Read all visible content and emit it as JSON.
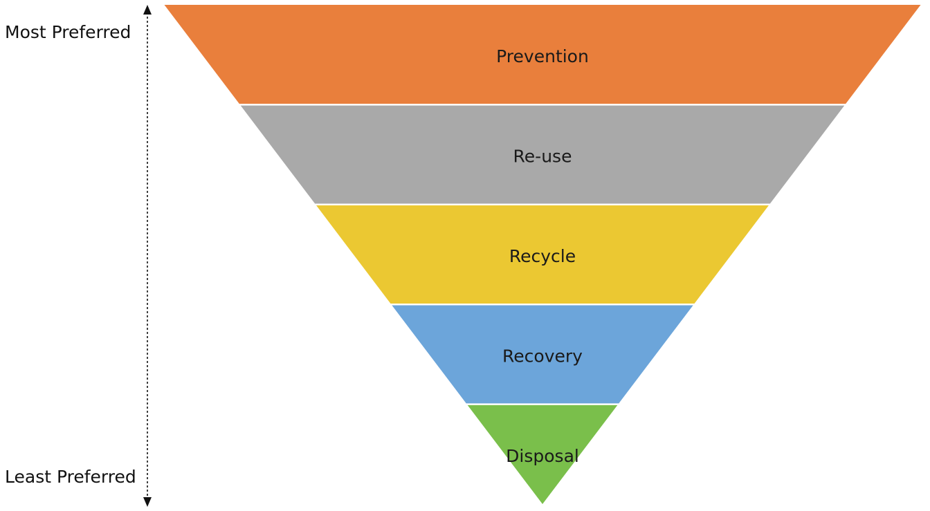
{
  "axis": {
    "top_label": "Most Preferred",
    "bottom_label": "Least Preferred"
  },
  "tiers": [
    {
      "label": "Prevention",
      "color": "#E97F3C"
    },
    {
      "label": "Re-use",
      "color": "#A9A9A9"
    },
    {
      "label": "Recycle",
      "color": "#EBC832"
    },
    {
      "label": "Recovery",
      "color": "#6CA5DA"
    },
    {
      "label": "Disposal",
      "color": "#7ABF4B"
    }
  ]
}
